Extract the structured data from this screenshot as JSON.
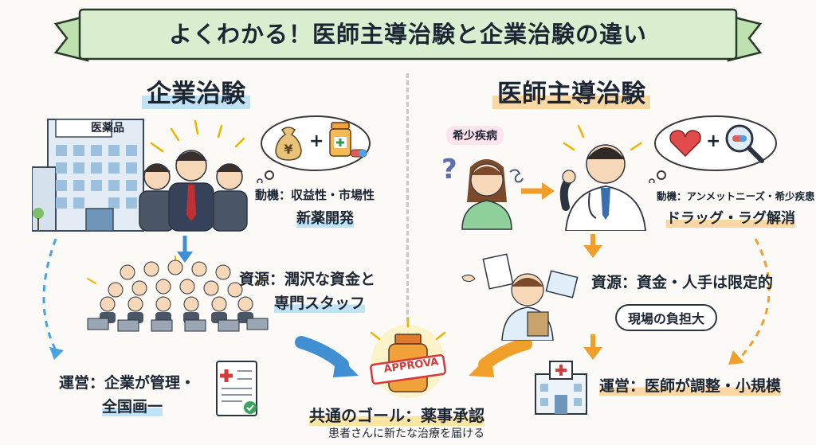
{
  "banner": {
    "title": "よくわかる！医師主導治験と企業治験の違い"
  },
  "left": {
    "heading": "企業治験",
    "building_sign": "医薬品",
    "motive_label": "動機：収益性・市場性",
    "motive_value": "新薬開発",
    "resource_line1": "資源：潤沢な資金と",
    "resource_line2": "専門スタッフ",
    "ops_line1": "運営：企業が管理・",
    "ops_line2": "全国画一"
  },
  "right": {
    "heading": "医師主導治験",
    "patient_tag": "希少疾病",
    "motive_label": "動機：アンメットニーズ・希少疾患",
    "motive_value": "ドラッグ・ラグ解消",
    "resource_line": "資源：資金・人手は限定的",
    "burden_bubble": "現場の負担大",
    "ops_line": "運営：医師が調整・小規模"
  },
  "center": {
    "stamp_text": "APPROVA",
    "goal": "共通のゴール：薬事承認",
    "goal_sub": "患者さんに新たな治療を届ける"
  },
  "colors": {
    "banner_fill": "#d9efcf",
    "accent_blue": "#3f8fd2",
    "accent_orange": "#f0a02a",
    "highlight_blue": "#bfe3f5",
    "highlight_orange": "#fbd7a4"
  },
  "icons": [
    "money-bag-icon",
    "pill-bottle-icon",
    "capsule-icon",
    "heart-icon",
    "magnifier-icon",
    "question-mark-icon",
    "stress-swirl-icon",
    "document-icon",
    "hospital-icon",
    "approval-bottle-icon"
  ]
}
